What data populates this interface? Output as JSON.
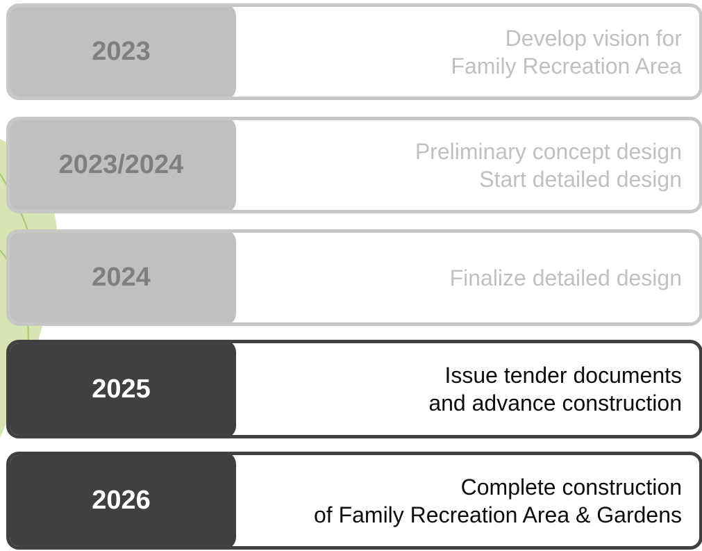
{
  "colors": {
    "past_fill": "#c0c0c0",
    "past_border": "#c7c7c7",
    "past_year_text": "#7f7f7f",
    "past_desc_text": "#c0c0c0",
    "future_fill": "#404040",
    "future_year_text": "#ffffff",
    "future_desc_text": "#0d0d0d",
    "background_leaf": "#b5cf72"
  },
  "milestones": [
    {
      "year": "2023",
      "status": "past",
      "lines": [
        "Develop vision for",
        "Family Recreation Area"
      ]
    },
    {
      "year": "2023/2024",
      "status": "past",
      "lines": [
        "Preliminary concept design",
        "Start detailed design"
      ]
    },
    {
      "year": "2024",
      "status": "past",
      "lines": [
        "Finalize detailed design"
      ]
    },
    {
      "year": "2025",
      "status": "future",
      "lines": [
        "Issue tender documents",
        "and advance construction"
      ]
    },
    {
      "year": "2026",
      "status": "future",
      "lines": [
        "Complete construction ",
        "of Family Recreation Area & Gardens"
      ]
    }
  ]
}
